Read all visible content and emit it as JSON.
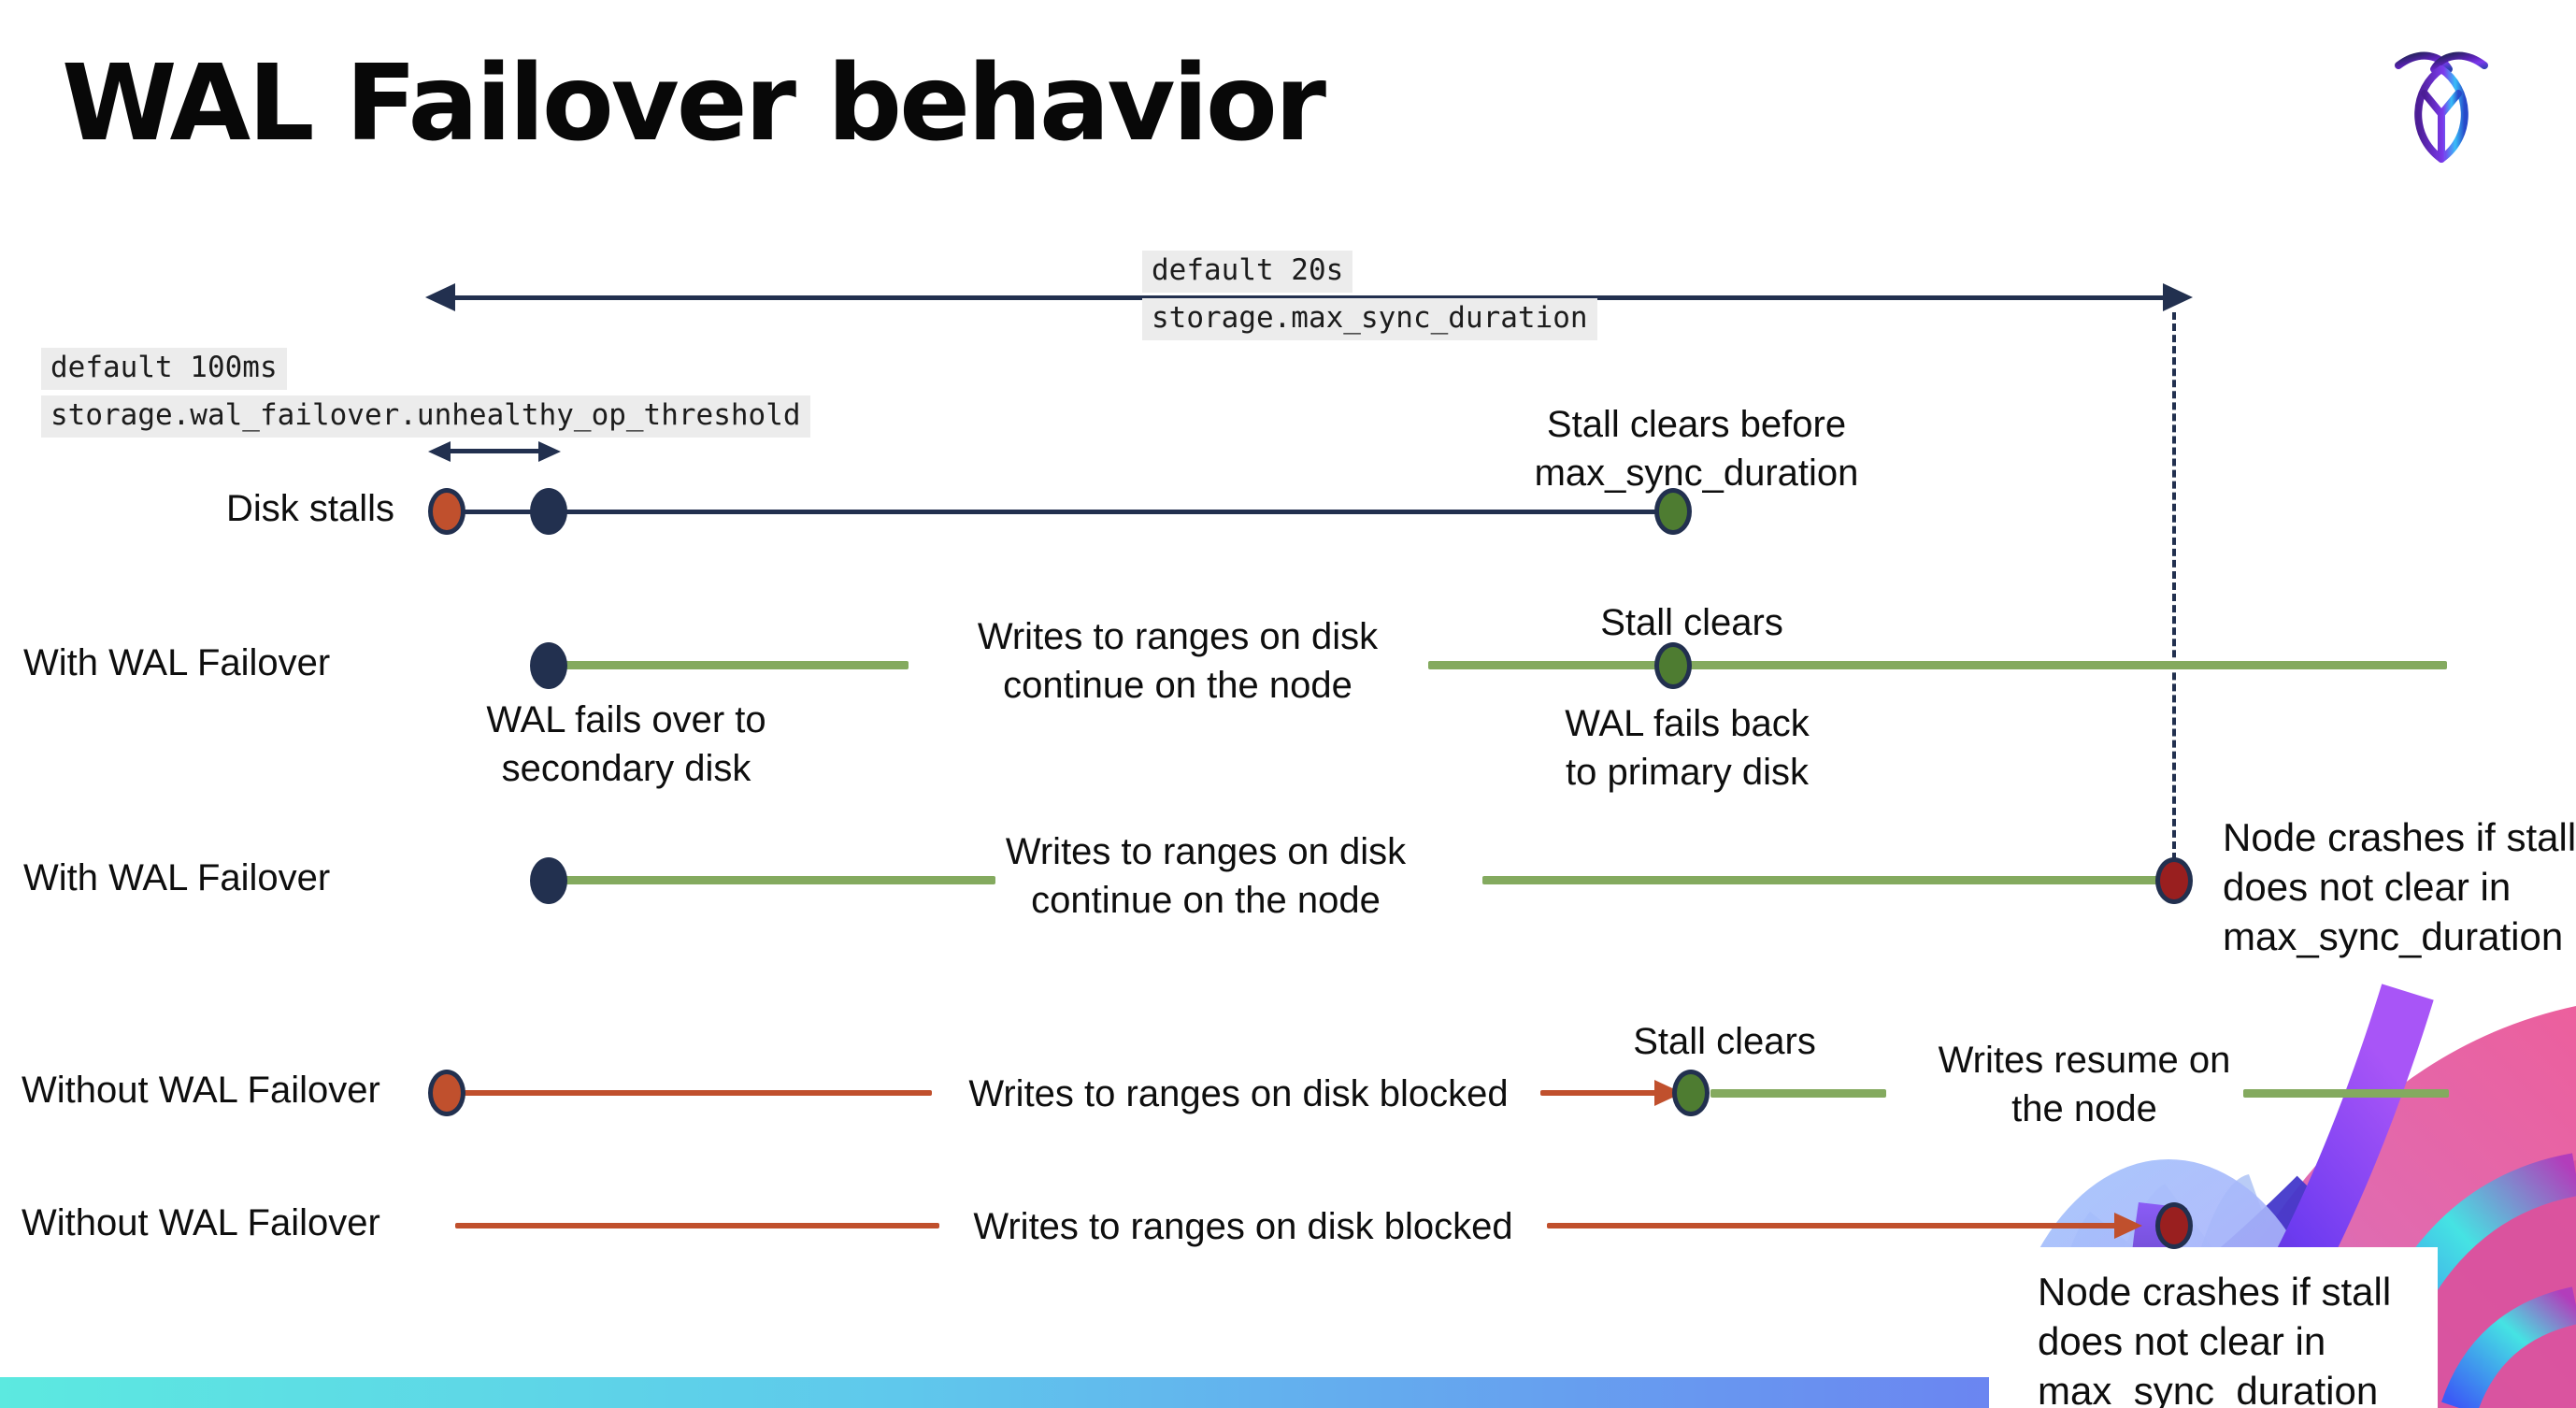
{
  "slide": {
    "title": "WAL Failover behavior",
    "logo": "cockroachdb-mark"
  },
  "settings": {
    "max_sync_duration": {
      "default_label": "default 20s",
      "setting_name": "storage.max_sync_duration"
    },
    "unhealthy_op_threshold": {
      "default_label": "default 100ms",
      "setting_name": "storage.wal_failover.unhealthy_op_threshold"
    }
  },
  "rows": [
    {
      "label": "Disk stalls",
      "stall_clear_note": "Stall clears before\nmax_sync_duration"
    },
    {
      "label": "With WAL Failover",
      "failover_note": "WAL fails over to\nsecondary disk",
      "writes_note": "Writes to ranges on disk\ncontinue on the node",
      "stall_note": "Stall clears",
      "failback_note": "WAL fails  back\nto primary disk"
    },
    {
      "label": "With WAL Failover",
      "writes_note": "Writes to ranges on disk\ncontinue on the node",
      "crash_note": "Node crashes if stall\ndoes not clear in\nmax_sync_duration"
    },
    {
      "label": "Without WAL Failover",
      "writes_note": "Writes to ranges on disk  blocked",
      "stall_note": "Stall clears",
      "resume_note": "Writes resume on\nthe node"
    },
    {
      "label": "Without WAL Failover",
      "writes_note": "Writes to ranges on disk  blocked",
      "crash_note": "Node crashes if stall\ndoes not clear in\nmax_sync_duration"
    }
  ],
  "colors": {
    "timeline_navy": "#22304f",
    "healthy_green_line": "#84aa5f",
    "stall_clear_green_dot": "#4e7c31",
    "blocked_red": "#c0502d",
    "crash_dark_red": "#991f1f",
    "setting_highlight": "#ececec",
    "bottom_bar_gradient": [
      "#5ce9e0",
      "#6d79f2"
    ]
  }
}
